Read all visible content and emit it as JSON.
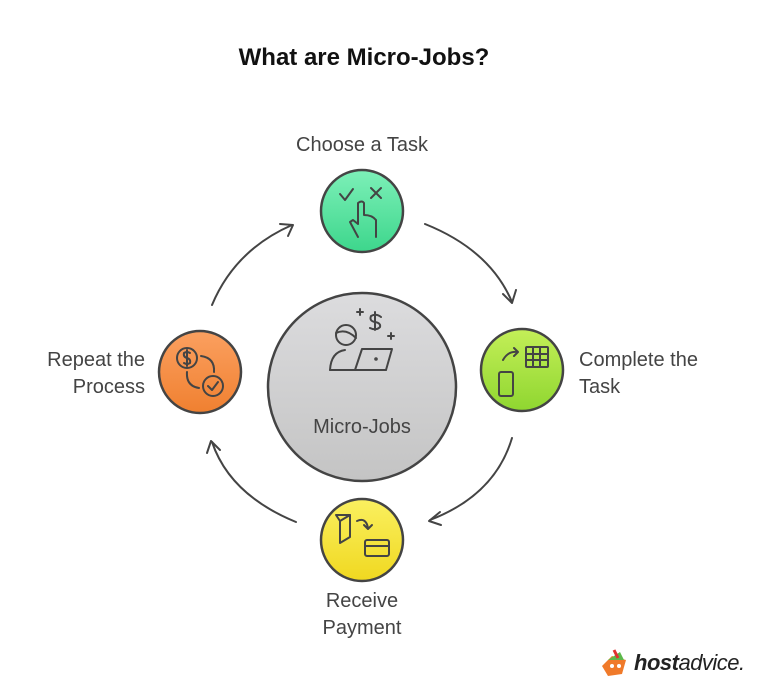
{
  "title": "What are Micro-Jobs?",
  "center": {
    "label": "Micro-Jobs",
    "icon": "freelancer-laptop-icon",
    "color": "#cccccc"
  },
  "steps": [
    {
      "label": "Choose a Task",
      "icon": "hand-check-cross-icon",
      "color": "#4ade96"
    },
    {
      "label_line1": "Complete the",
      "label_line2": "Task",
      "icon": "phone-table-sync-icon",
      "color": "#9fde3a"
    },
    {
      "label_line1": "Receive",
      "label_line2": "Payment",
      "icon": "wallet-card-icon",
      "color": "#f5e53a"
    },
    {
      "label_line1": "Repeat the",
      "label_line2": "Process",
      "icon": "dollar-cycle-icon",
      "color": "#f5954a"
    }
  ],
  "logo": {
    "bold": "host",
    "rest": "advice."
  }
}
